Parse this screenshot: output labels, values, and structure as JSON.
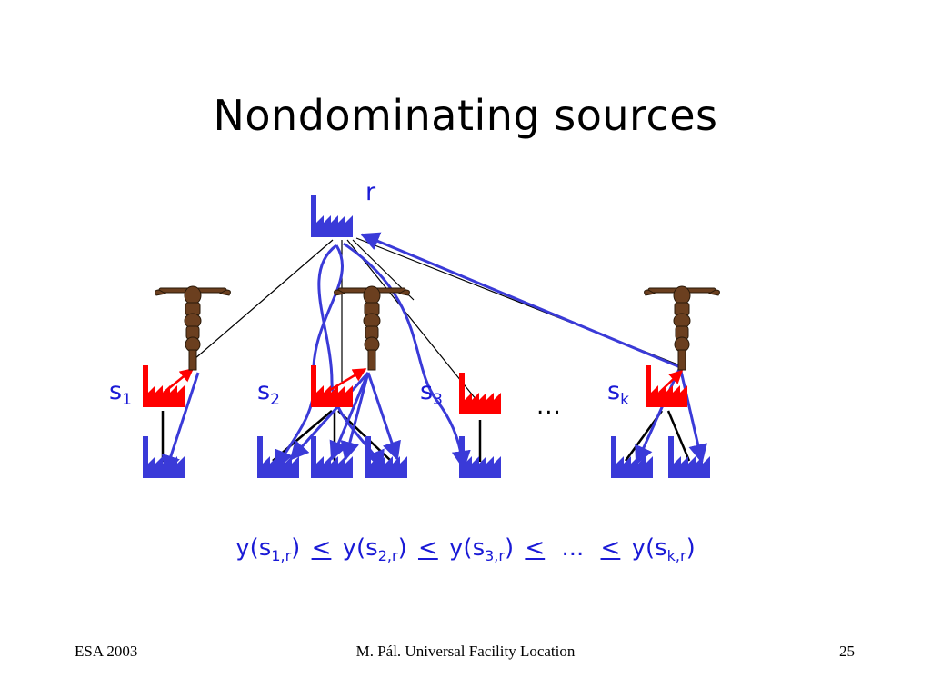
{
  "slide": {
    "title": "Nondominating sources",
    "root_label": "r",
    "sources": [
      {
        "base": "s",
        "sub": "1"
      },
      {
        "base": "s",
        "sub": "2"
      },
      {
        "base": "s",
        "sub": "3"
      },
      {
        "base": "s",
        "sub": "k"
      }
    ],
    "dots": "...",
    "formula": {
      "terms": [
        {
          "pre": "y(s",
          "sub": "1,r",
          "post": ")"
        },
        {
          "pre": "y(s",
          "sub": "2,r",
          "post": ")"
        },
        {
          "pre": "y(s",
          "sub": "3,r",
          "post": ")"
        },
        {
          "pre": "...",
          "sub": "",
          "post": ""
        },
        {
          "pre": "y(s",
          "sub": "k,r",
          "post": ")"
        }
      ],
      "operator": "<"
    },
    "footer": {
      "left": "ESA 2003",
      "center": "M. Pál. Universal Facility Location",
      "right": "25"
    }
  },
  "colors": {
    "blue": "#3a3ad8",
    "red": "#ff0000",
    "text_blue": "#1a1ad6",
    "totem_brown": "#6b3f1f",
    "black": "#000000"
  },
  "icons": [
    "factory-icon",
    "totem-pole-icon"
  ]
}
